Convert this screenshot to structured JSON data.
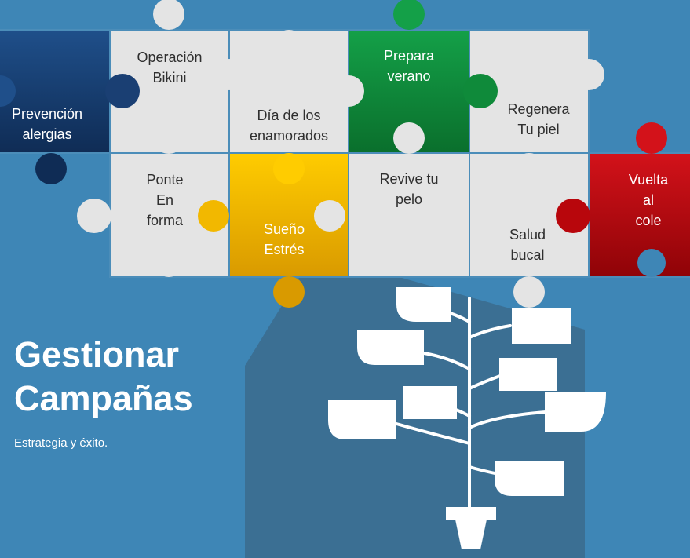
{
  "colors": {
    "background": "#3e86b6",
    "shadow": "#3b6f93",
    "piece_grey": "#e4e4e4",
    "navy": "#1a3f73",
    "green": "#0f8a3a",
    "yellow": "#f2b100",
    "red": "#b8060c",
    "white": "#ffffff"
  },
  "pieces": {
    "prevencion": "Prevención\nalergias",
    "operacion": "Operación\nBikini",
    "enamorados": "Día de los\nenamorados",
    "prepara": "Prepara\nverano",
    "regenera": "Regenera\nTu piel",
    "ponte": "Ponte\nEn\nforma",
    "sueno": "Sueño\nEstrés",
    "revive": "Revive tu\npelo",
    "salud": "Salud\nbucal",
    "vuelta": "Vuelta\nal\ncole"
  },
  "headline": {
    "title": "Gestionar\nCampañas",
    "subtitle": "Estrategia y éxito."
  },
  "icons": {
    "plant": "tree-plant-illustration"
  }
}
